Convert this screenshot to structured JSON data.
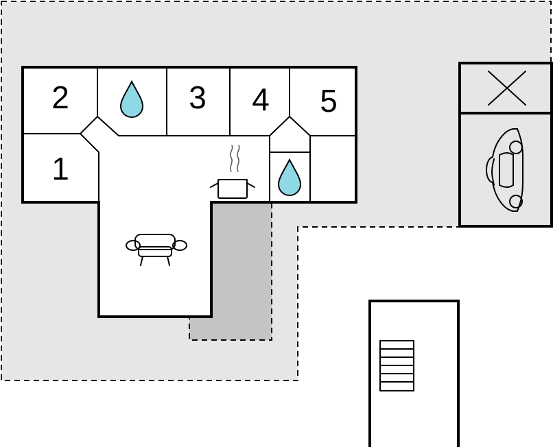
{
  "rooms": [
    {
      "id": "bedroom-1",
      "label": "1"
    },
    {
      "id": "bedroom-2",
      "label": "2"
    },
    {
      "id": "bedroom-3",
      "label": "3"
    },
    {
      "id": "bedroom-4",
      "label": "4"
    },
    {
      "id": "bedroom-5",
      "label": "5"
    }
  ],
  "icons": {
    "bathroom_1": "water-drop-icon",
    "bathroom_2": "water-drop-icon",
    "kitchen": "cooking-pot-icon",
    "living": "armchair-icon",
    "parking": "car-icon",
    "no_entry": "cross-icon",
    "stairs": "stairs-icon"
  },
  "colors": {
    "water": "#8fd9e6",
    "terrace": "#e6e6e6",
    "patio": "#c4c4c4",
    "walls": "#000000"
  }
}
